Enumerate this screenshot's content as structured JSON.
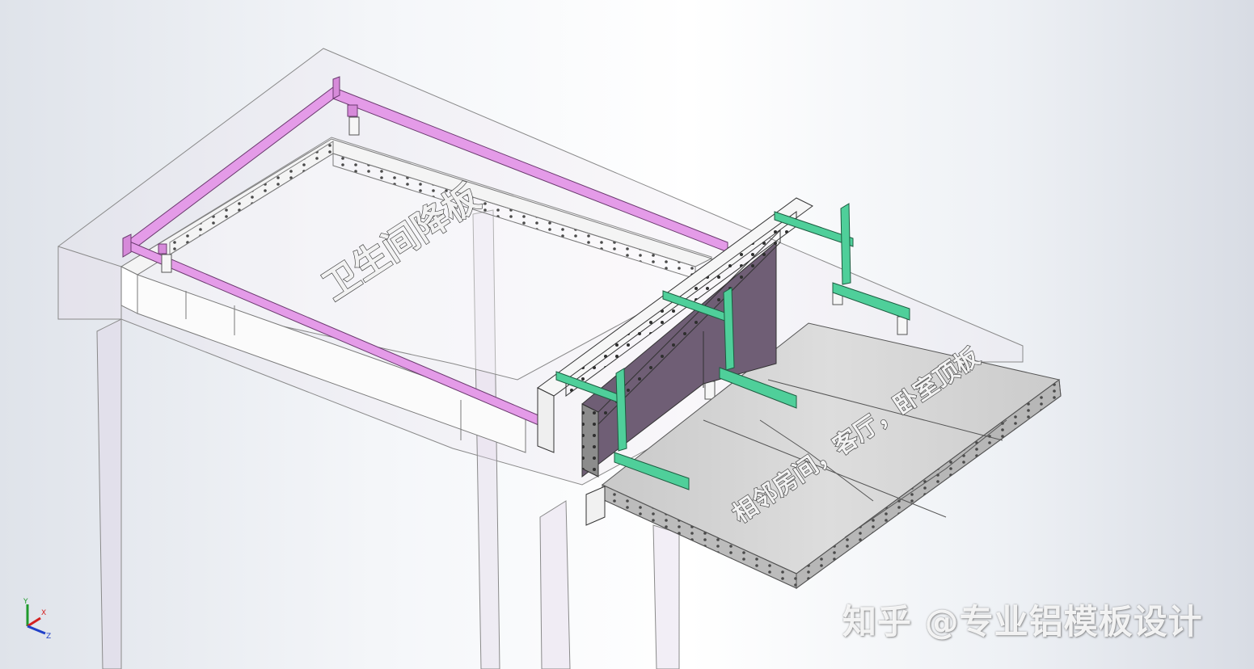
{
  "labels": {
    "bathroom": "卫生间降板",
    "living": "相邻房间，客厅，卧室顶板"
  },
  "watermark": "知乎 @专业铝模板设计",
  "axes": {
    "x": "X",
    "y": "Y",
    "z": "Z"
  },
  "colors": {
    "beam_frame": "#e49be8",
    "bracket": "#4fcf9a",
    "formwork_panel": "#6f5e75",
    "slab_panel": "#cdcdcd",
    "axis_x": "#d42020",
    "axis_y": "#1e9a2c",
    "axis_z": "#2040c8"
  }
}
